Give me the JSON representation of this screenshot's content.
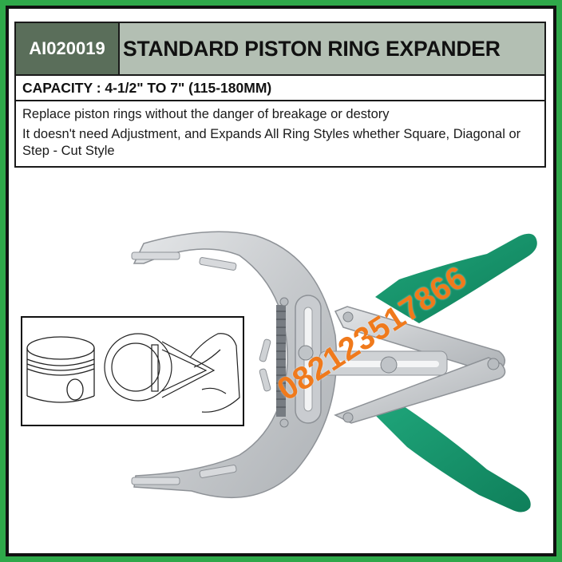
{
  "spec_table": {
    "code": "AI020019",
    "title": "STANDARD PISTON RING EXPANDER",
    "capacity": "CAPACITY : 4-1/2\" TO 7\" (115-180MM)",
    "descriptions": [
      "Replace piston rings without the danger of breakage or destory",
      "It doesn't need Adjustment, and Expands All Ring Styles whether Square, Diagonal or Step  - Cut Style"
    ]
  },
  "watermark": {
    "text": "082123517866",
    "color": "#f07a1c"
  },
  "colors": {
    "outer_border": "#2fa84a",
    "inner_border": "#111111",
    "code_cell_bg": "#5a6e5a",
    "title_cell_bg": "#b3bfb3",
    "handle_green": "#17946a"
  },
  "images": {
    "product": "piston-ring-expander-tool",
    "inset": "usage-illustration-piston-and-expander"
  }
}
